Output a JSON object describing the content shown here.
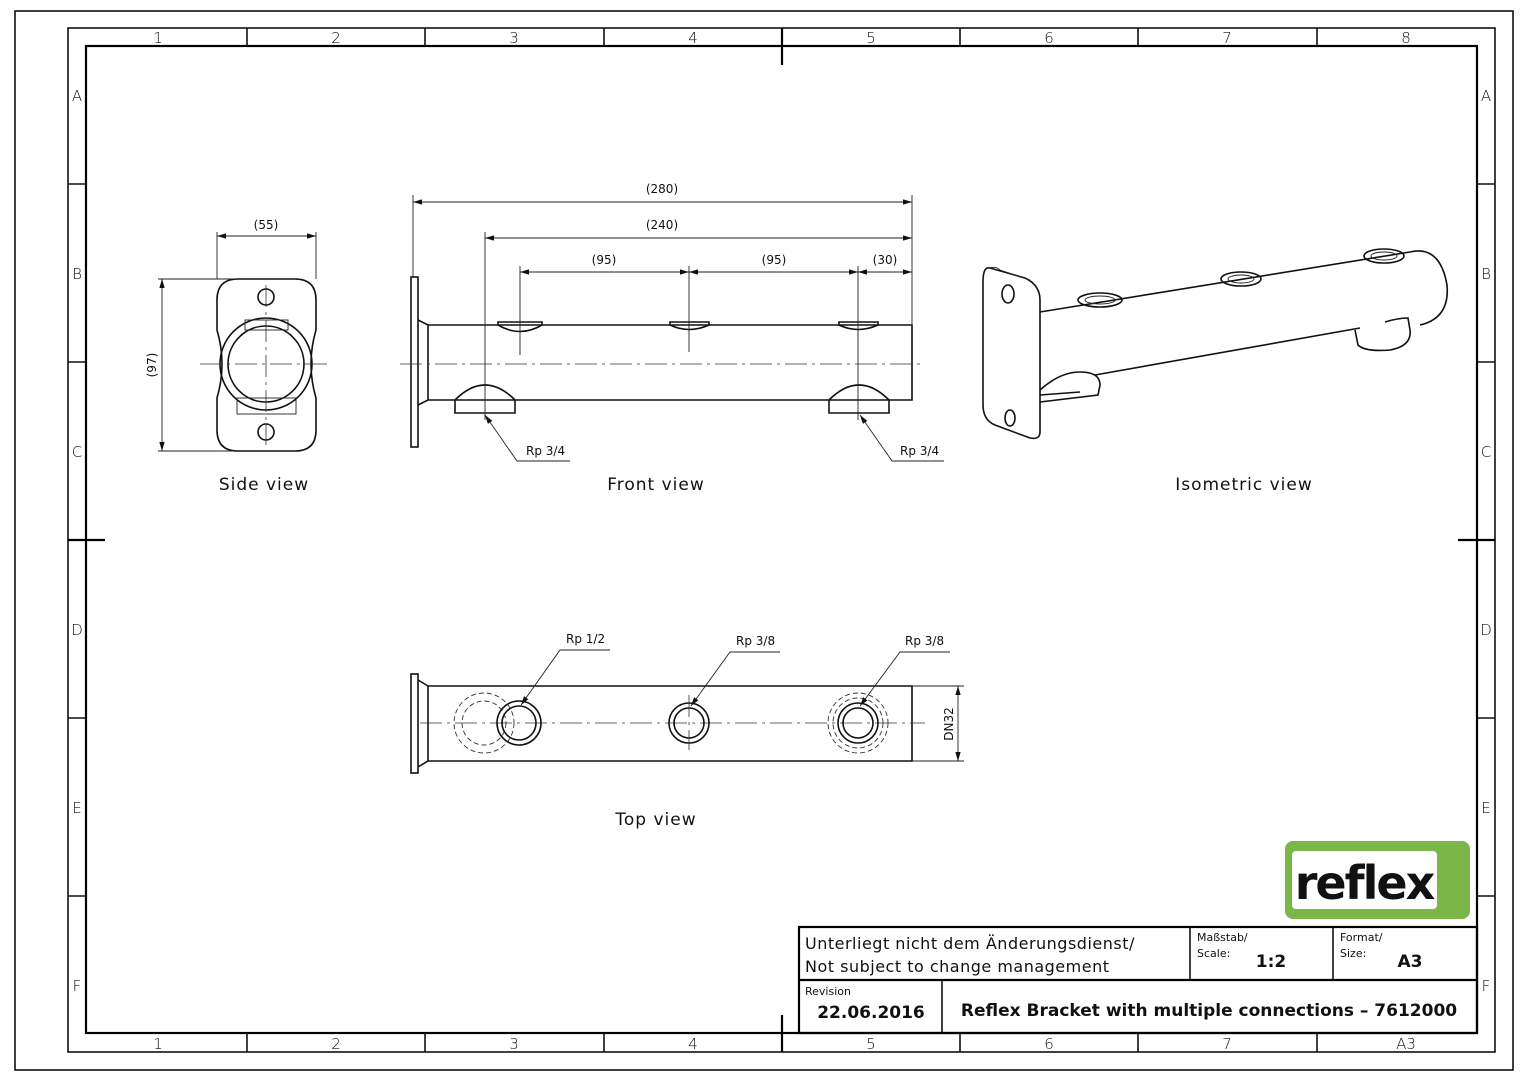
{
  "frame": {
    "columns": [
      "1",
      "2",
      "3",
      "4",
      "5",
      "6",
      "7",
      "8"
    ],
    "bottom_columns": [
      "1",
      "2",
      "3",
      "4",
      "5",
      "6",
      "7",
      "A3"
    ],
    "rows": [
      "A",
      "B",
      "C",
      "D",
      "E",
      "F"
    ]
  },
  "views": {
    "side": {
      "caption": "Side view",
      "dim_width": "(55)",
      "dim_height": "(97)"
    },
    "front": {
      "caption": "Front view",
      "dim_total": "(280)",
      "dim_240": "(240)",
      "dim_95a": "(95)",
      "dim_95b": "(95)",
      "dim_30": "(30)",
      "thread_left": "Rp 3/4",
      "thread_right": "Rp 3/4"
    },
    "isometric": {
      "caption": "Isometric view"
    },
    "top": {
      "caption": "Top view",
      "thread_1": "Rp 1/2",
      "thread_2": "Rp 3/8",
      "thread_3": "Rp 3/8",
      "dim_dn": "DN32"
    }
  },
  "logo": {
    "text": "reflex",
    "color": "#7ab648"
  },
  "title_block": {
    "note_line1": "Unterliegt nicht dem Änderungsdienst/",
    "note_line2": "Not subject to change management",
    "scale_label1": "Maßstab/",
    "scale_label2": "Scale:",
    "scale_value": "1:2",
    "format_label1": "Format/",
    "format_label2": "Size:",
    "format_value": "A3",
    "revision_label": "Revision",
    "revision_date": "22.06.2016",
    "title": "Reflex Bracket with multiple connections – 7612000"
  }
}
